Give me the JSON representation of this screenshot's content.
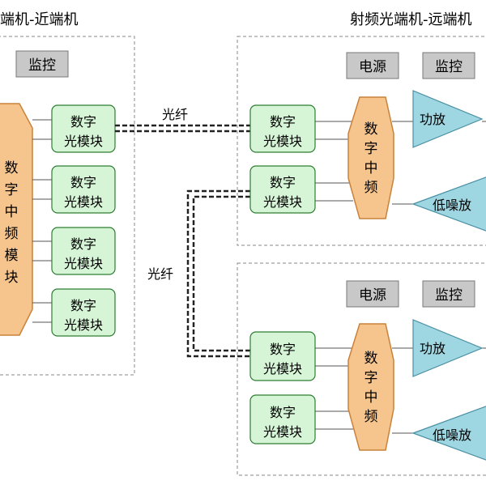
{
  "title_near": "端机-近端机",
  "title_far": "射频光端机-远端机",
  "monitor": "监控",
  "power": "电源",
  "fiber": "光纤",
  "optical_module": [
    "数字",
    "光模块"
  ],
  "digital_if_near": [
    "数",
    "字",
    "中",
    "频",
    "模",
    "块"
  ],
  "digital_if_far": [
    "数",
    "字",
    "中",
    "频"
  ],
  "power_amp": "功放",
  "lna": "低噪放",
  "colors": {
    "module_fill": "#d6f5d6",
    "module_stroke": "#2e7d32",
    "if_fill": "#f6c58e",
    "if_stroke": "#c9823a",
    "amp_fill": "#9ed6e2",
    "amp_stroke": "#4a8fa3",
    "gray_fill": "#c8c8c8",
    "dashed_border": "#888888"
  }
}
